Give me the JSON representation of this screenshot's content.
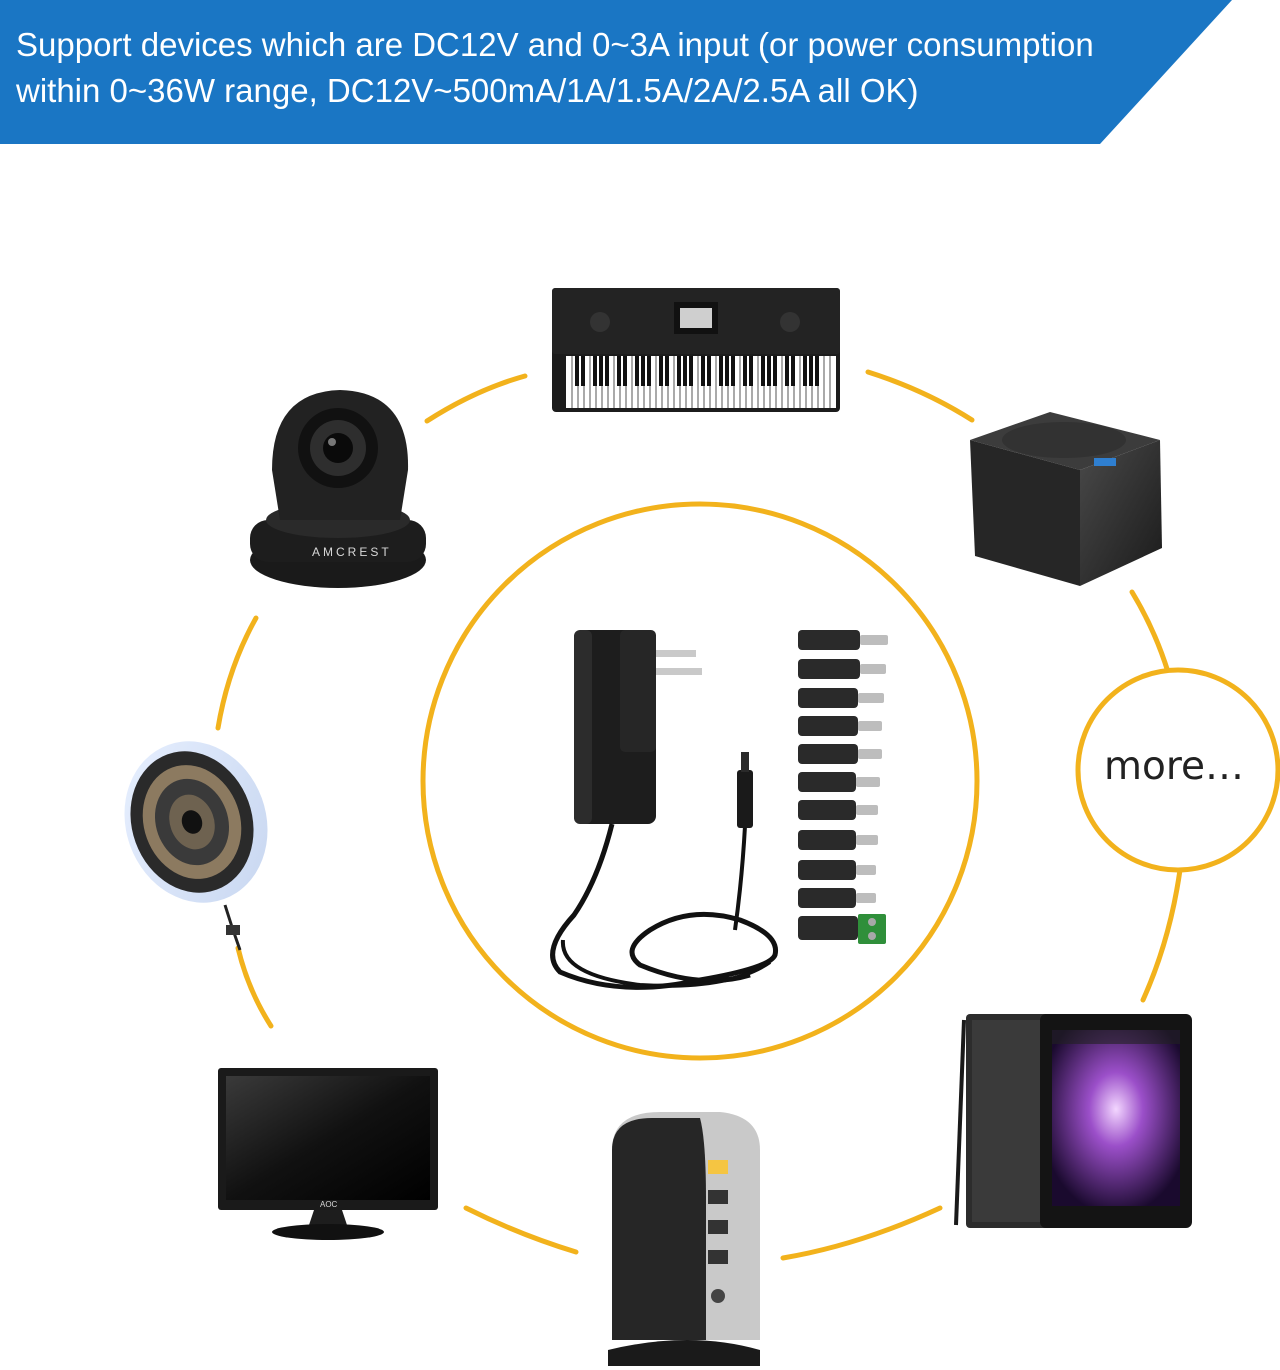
{
  "banner": {
    "line1": "Support devices which are DC12V and 0~3A input (or power consumption",
    "line2": "within 0~36W range, DC12V~500mA/1A/1.5A/2A/2.5A all OK)",
    "color": "#1a76c4"
  },
  "more_label": "more…",
  "camera_brand": "AMCREST",
  "monitor_brand": "AOC",
  "accent_color": "#f2b21c",
  "devices": [
    "keyboard-icon",
    "speaker-icon",
    "camera-icon",
    "led-strip-icon",
    "monitor-icon",
    "router-icon",
    "tablet-icon",
    "power-adapter-icon"
  ]
}
